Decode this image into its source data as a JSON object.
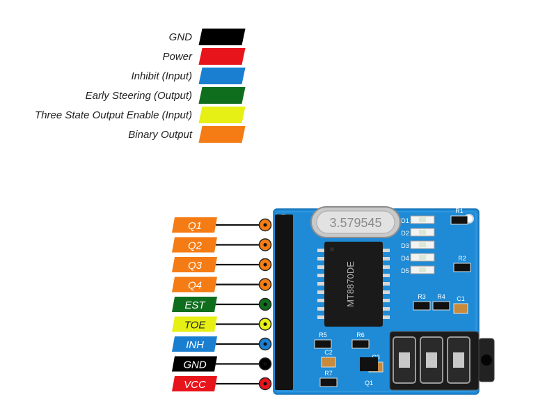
{
  "legend": [
    {
      "label": "GND",
      "color": "#000000"
    },
    {
      "label": "Power",
      "color": "#e8141b"
    },
    {
      "label": "Inhibit (Input)",
      "color": "#1a7fd1"
    },
    {
      "label": "Early Steering (Output)",
      "color": "#0f6e1e"
    },
    {
      "label": "Three State Output Enable (Input)",
      "color": "#e6f014"
    },
    {
      "label": "Binary Output",
      "color": "#f57c14"
    }
  ],
  "pins": [
    {
      "label": "Q1",
      "color": "#f57c14",
      "text_color": "#ffffff",
      "board_label": "Q1"
    },
    {
      "label": "Q2",
      "color": "#f57c14",
      "text_color": "#ffffff",
      "board_label": "Q2"
    },
    {
      "label": "Q3",
      "color": "#f57c14",
      "text_color": "#ffffff",
      "board_label": "Q3"
    },
    {
      "label": "Q4",
      "color": "#f57c14",
      "text_color": "#ffffff",
      "board_label": "Q4"
    },
    {
      "label": "EST",
      "color": "#0f6e1e",
      "text_color": "#ffffff",
      "board_label": "EST"
    },
    {
      "label": "TOE",
      "color": "#e6f014",
      "text_color": "#222222",
      "board_label": "TOE"
    },
    {
      "label": "INH",
      "color": "#1a7fd1",
      "text_color": "#ffffff",
      "board_label": "IN"
    },
    {
      "label": "GND",
      "color": "#000000",
      "text_color": "#ffffff",
      "board_label": "GND"
    },
    {
      "label": "VCC",
      "color": "#e8141b",
      "text_color": "#ffffff",
      "board_label": "VCC"
    }
  ],
  "board": {
    "crystal_label": "3.579545",
    "chip_label": "MT8870DE",
    "led_labels": [
      "D1",
      "D2",
      "D3",
      "D4",
      "D5"
    ],
    "resistor_labels": [
      "R1",
      "R2",
      "R3",
      "R4",
      "R5",
      "R6",
      "R7"
    ],
    "cap_labels": [
      "C1",
      "C2",
      "C3"
    ],
    "transistor_label": "Q1",
    "color": "#1f8bd6"
  }
}
